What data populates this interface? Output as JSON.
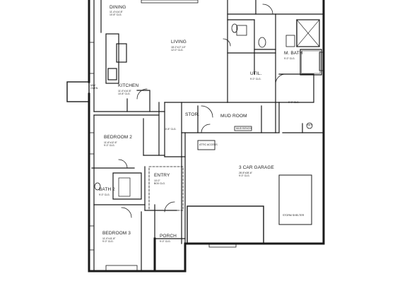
{
  "rooms": {
    "dining": {
      "name": "DINING",
      "dims": "11'-4\"x14'-8\"\n10'-8\" CLG."
    },
    "living": {
      "name": "LIVING",
      "dims": "18'-2\"x17'-10\"\n12'-0\" CLG."
    },
    "kitchen": {
      "name": "KITCHEN",
      "dims": "11'-0\"x14'-8\"\n10'-8\" CLG."
    },
    "util": {
      "name": "UTIL.",
      "dims": "9'-0\" CLG."
    },
    "mbath": {
      "name": "M. BATH",
      "dims": "9'-0\" CLG."
    },
    "closet_clg": {
      "dims": "9'-0\" CLG."
    },
    "stor": {
      "name": "STOR."
    },
    "mudroom": {
      "name": "MUD ROOM"
    },
    "bedroom2": {
      "name": "BEDROOM 2",
      "dims": "11'-6\"x12'-6\"\n9'-0\" CLG."
    },
    "hall_clg": {
      "dims": "10'-8\" CLG."
    },
    "entry": {
      "name": "ENTRY",
      "dims": "10'-0\"\nBOX CLG."
    },
    "garage": {
      "name": "3 CAR GARAGE",
      "dims": "28'-8\"x28'-6\"\n9'-0\" CLG."
    },
    "bath2": {
      "name": "BATH 2",
      "dims": "9'-0\" CLG."
    },
    "bedroom3": {
      "name": "BEDROOM 3",
      "dims": "11'-0\"x11'-8\"\n9'-0\" CLG."
    },
    "porch": {
      "name": "PORCH",
      "dims": "9'-0\" CLG."
    }
  },
  "notes": {
    "attic_access": "ATTIC ACCESS",
    "mud_bench": "MUD BENCH",
    "storm_shelter": "STORM SHELTER",
    "wh": "WH",
    "mw": "MW/\nOVEN"
  }
}
